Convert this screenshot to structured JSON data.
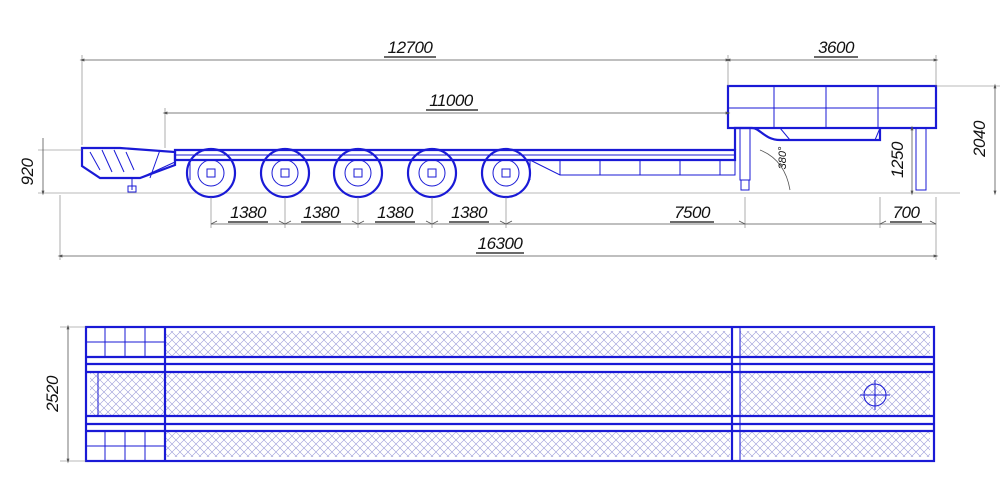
{
  "dimensions": {
    "overall_length": "16300",
    "platform_length": "11000",
    "deck_length": "12700",
    "gooseneck_length": "3600",
    "axle_spacing_1": "1380",
    "axle_spacing_2": "1380",
    "axle_spacing_3": "1380",
    "axle_spacing_4": "1380",
    "wheelbase_to_kingpin": "7500",
    "kingpin_offset": "700",
    "platform_height": "920",
    "gooseneck_height": "2040",
    "fifth_wheel_height": "1250",
    "swing_angle": "380°",
    "width": "2520"
  },
  "colors": {
    "lines": "#1a1ad6",
    "dimension_text": "#111111",
    "dimension_lines": "#555555"
  }
}
